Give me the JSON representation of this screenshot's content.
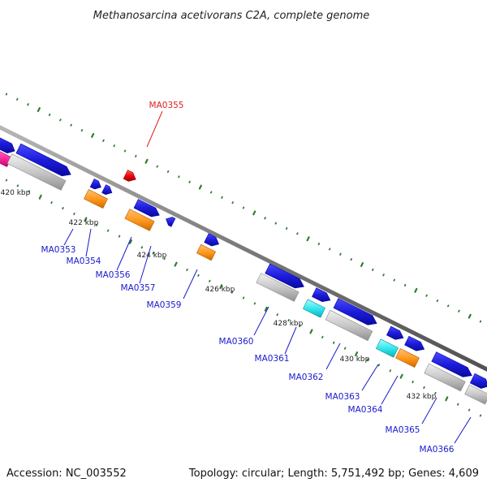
{
  "title": "Methanosarcina acetivorans C2A, complete genome",
  "footer": {
    "accession": "Accession: NC_003552",
    "summary": "Topology: circular; Length: 5,751,492 bp; Genes: 4,609"
  },
  "colors": {
    "background": "#ffffff",
    "backbone": "#808080",
    "tick_major": "#2e7d32",
    "tick_minor": "#2e7d32",
    "label_default": "#1a1acc",
    "label_highlight": "#e02020",
    "cds_blue": "#1c1cdc",
    "orange": "#ff9a1f",
    "gray": "#c8c8c8",
    "cyan": "#33e8ee",
    "magenta": "#ff2ea0",
    "red": "#ee0a0a"
  },
  "scale_labels": [
    "420 kbp",
    "422 kbp",
    "424 kbp",
    "426 kbp",
    "428 kbp",
    "430 kbp",
    "432 kbp"
  ],
  "gene_labels": [
    {
      "text": "MA0355",
      "highlight": true
    },
    {
      "text": "MA0353",
      "highlight": false
    },
    {
      "text": "MA0354",
      "highlight": false
    },
    {
      "text": "MA0356",
      "highlight": false
    },
    {
      "text": "MA0357",
      "highlight": false
    },
    {
      "text": "MA0359",
      "highlight": false
    },
    {
      "text": "MA0360",
      "highlight": false
    },
    {
      "text": "MA0361",
      "highlight": false
    },
    {
      "text": "MA0362",
      "highlight": false
    },
    {
      "text": "MA0363",
      "highlight": false
    },
    {
      "text": "MA0364",
      "highlight": false
    },
    {
      "text": "MA0365",
      "highlight": false
    },
    {
      "text": "MA0366",
      "highlight": false
    }
  ]
}
